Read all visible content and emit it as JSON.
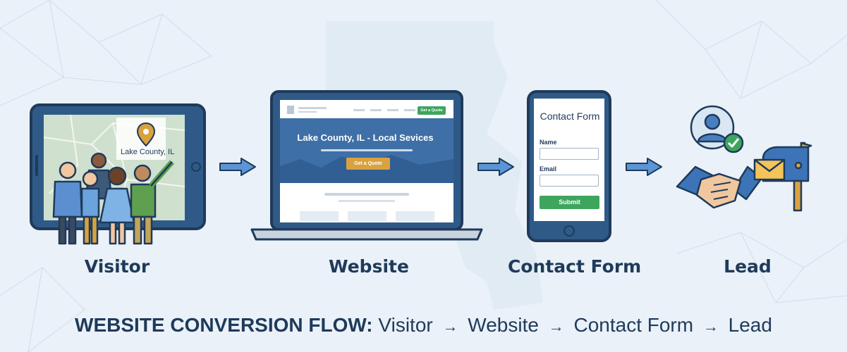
{
  "steps": [
    {
      "label": "Visitor"
    },
    {
      "label": "Website"
    },
    {
      "label": "Contact Form"
    },
    {
      "label": "Lead"
    }
  ],
  "visitor": {
    "map_location": "Lake County, IL"
  },
  "website": {
    "nav_button": "Get a Quote",
    "hero_title": "Lake County, IL - Local Sevices",
    "hero_button": "Get a Quote"
  },
  "contact_form": {
    "title": "Contact Form",
    "name_label": "Name",
    "email_label": "Email",
    "submit_label": "Submit"
  },
  "caption": {
    "heading": "WEBSITE CONVERSION FLOW:",
    "steps": [
      "Visitor",
      "Website",
      "Contact Form",
      "Lead"
    ],
    "separator": "→"
  },
  "colors": {
    "background": "#eaf1f8",
    "navy": "#1f3a5a",
    "accent_blue": "#3d74b8",
    "green": "#3ea55c",
    "gold": "#d9a23e"
  }
}
